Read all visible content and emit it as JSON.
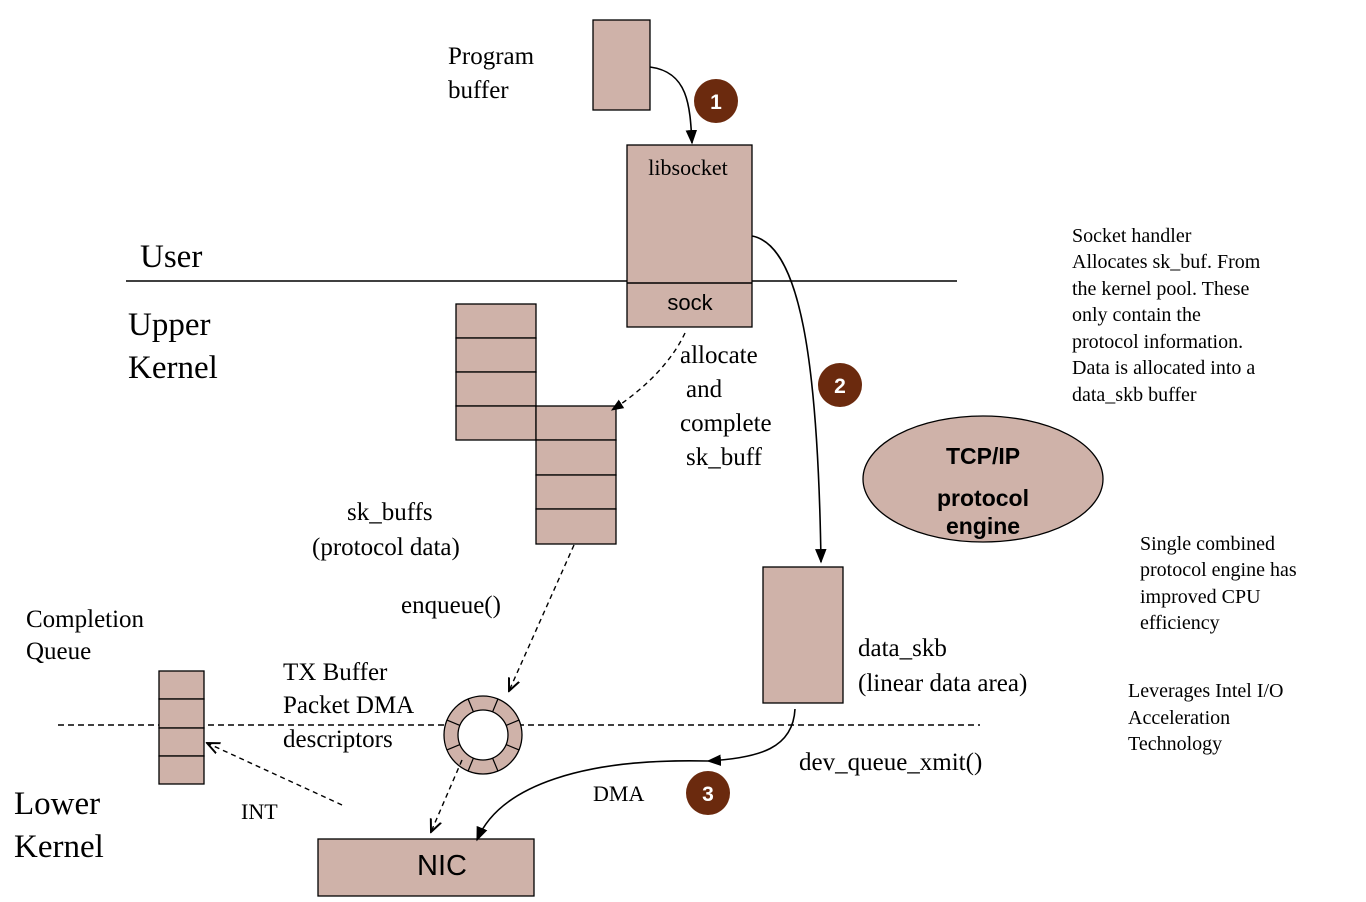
{
  "layers": {
    "user": "User",
    "upper_kernel": [
      "Upper",
      "Kernel"
    ],
    "lower_kernel": [
      "Lower",
      "Kernel"
    ]
  },
  "program_buffer": [
    "Program",
    "buffer"
  ],
  "libsocket": "libsocket",
  "sock": "sock",
  "allocate_label": [
    "allocate",
    "and",
    "complete",
    "sk_buff"
  ],
  "sk_buffs_label": [
    "sk_buffs",
    "(protocol data)"
  ],
  "enqueue_label": "enqueue()",
  "completion_queue": [
    "Completion",
    "Queue"
  ],
  "tx_buffer": [
    "TX Buffer",
    "Packet DMA",
    "descriptors"
  ],
  "int_label": "INT",
  "dma_label": "DMA",
  "nic": "NIC",
  "data_skb_label": [
    "data_skb",
    "(linear data area)"
  ],
  "dev_queue_xmit": "dev_queue_xmit()",
  "tcpip_engine": [
    "TCP/IP",
    "protocol",
    "engine"
  ],
  "steps": [
    "1",
    "2",
    "3"
  ],
  "notes": {
    "socket_handler": [
      "Socket handler",
      "Allocates sk_buf.  From",
      "the kernel pool.  These",
      "only contain the",
      "protocol information.",
      "Data is allocated into a",
      "data_skb buffer"
    ],
    "single_engine": [
      "Single combined",
      "protocol engine has",
      "improved CPU",
      "efficiency"
    ],
    "leverages": [
      "Leverages Intel I/O",
      "Acceleration",
      "Technology"
    ]
  },
  "colors": {
    "box_fill": "#cfb2a9",
    "badge_fill": "#6b2a0e",
    "badge_text": "#ffffff"
  }
}
